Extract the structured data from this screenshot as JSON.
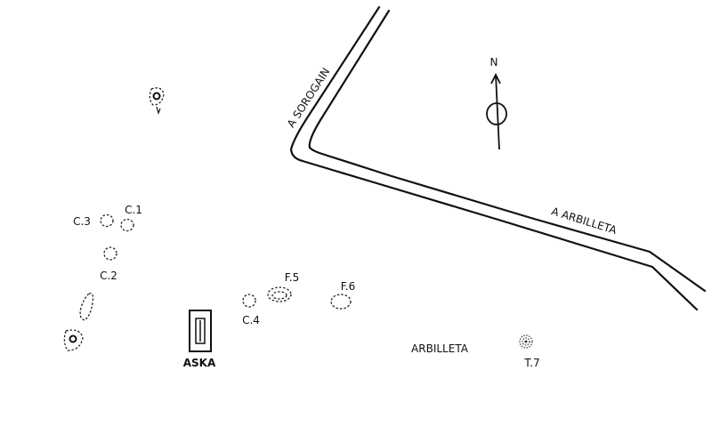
{
  "map": {
    "roads": [
      {
        "label": "A SOROGAIN"
      },
      {
        "label": "A ARBILLETA"
      }
    ],
    "north_arrow": {
      "label": "N"
    },
    "place_label": "ARBILLETA",
    "monuments": [
      {
        "label": "C.1"
      },
      {
        "label": "C.2"
      },
      {
        "label": "C.3"
      },
      {
        "label": "C.4"
      },
      {
        "label": "F.5"
      },
      {
        "label": "F.6"
      },
      {
        "label": "T.7"
      },
      {
        "label": "ASKA"
      }
    ],
    "colors": {
      "ink": "#111111",
      "paper": "#ffffff"
    }
  }
}
